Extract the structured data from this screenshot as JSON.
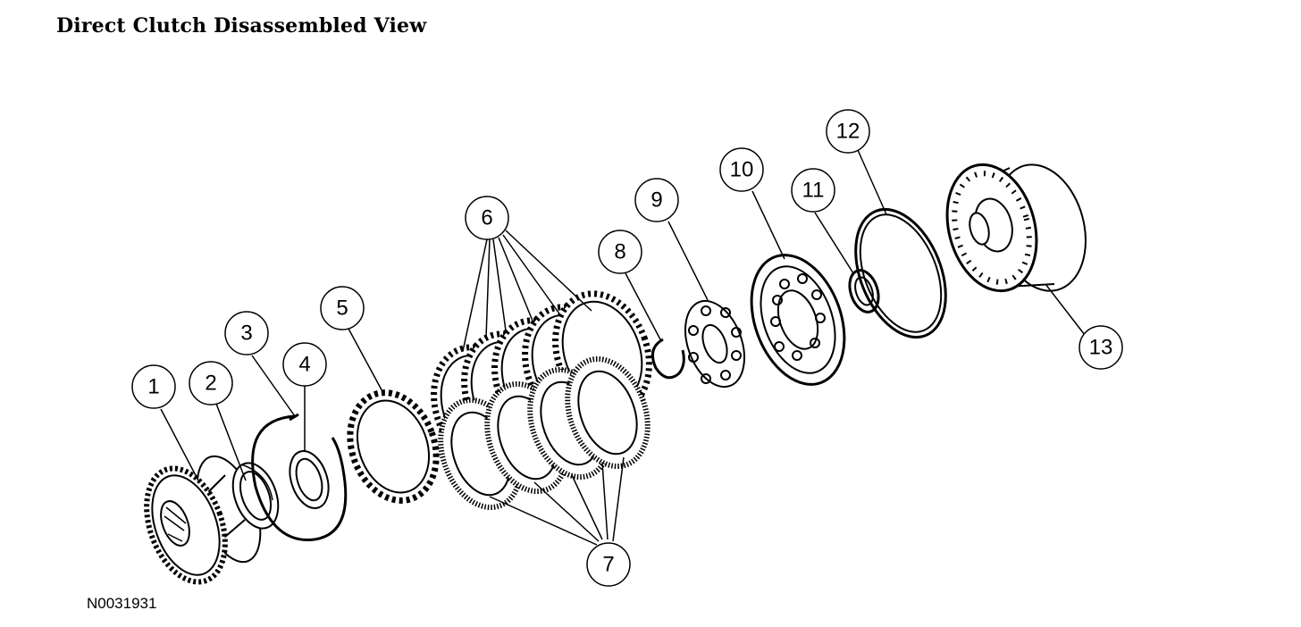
{
  "title": "Direct Clutch Disassembled View",
  "figure_id": "N0031931",
  "callouts": [
    "1",
    "2",
    "3",
    "4",
    "5",
    "6",
    "7",
    "8",
    "9",
    "10",
    "11",
    "12",
    "13"
  ],
  "colors": {
    "ink": "#000000",
    "paper": "#ffffff"
  }
}
